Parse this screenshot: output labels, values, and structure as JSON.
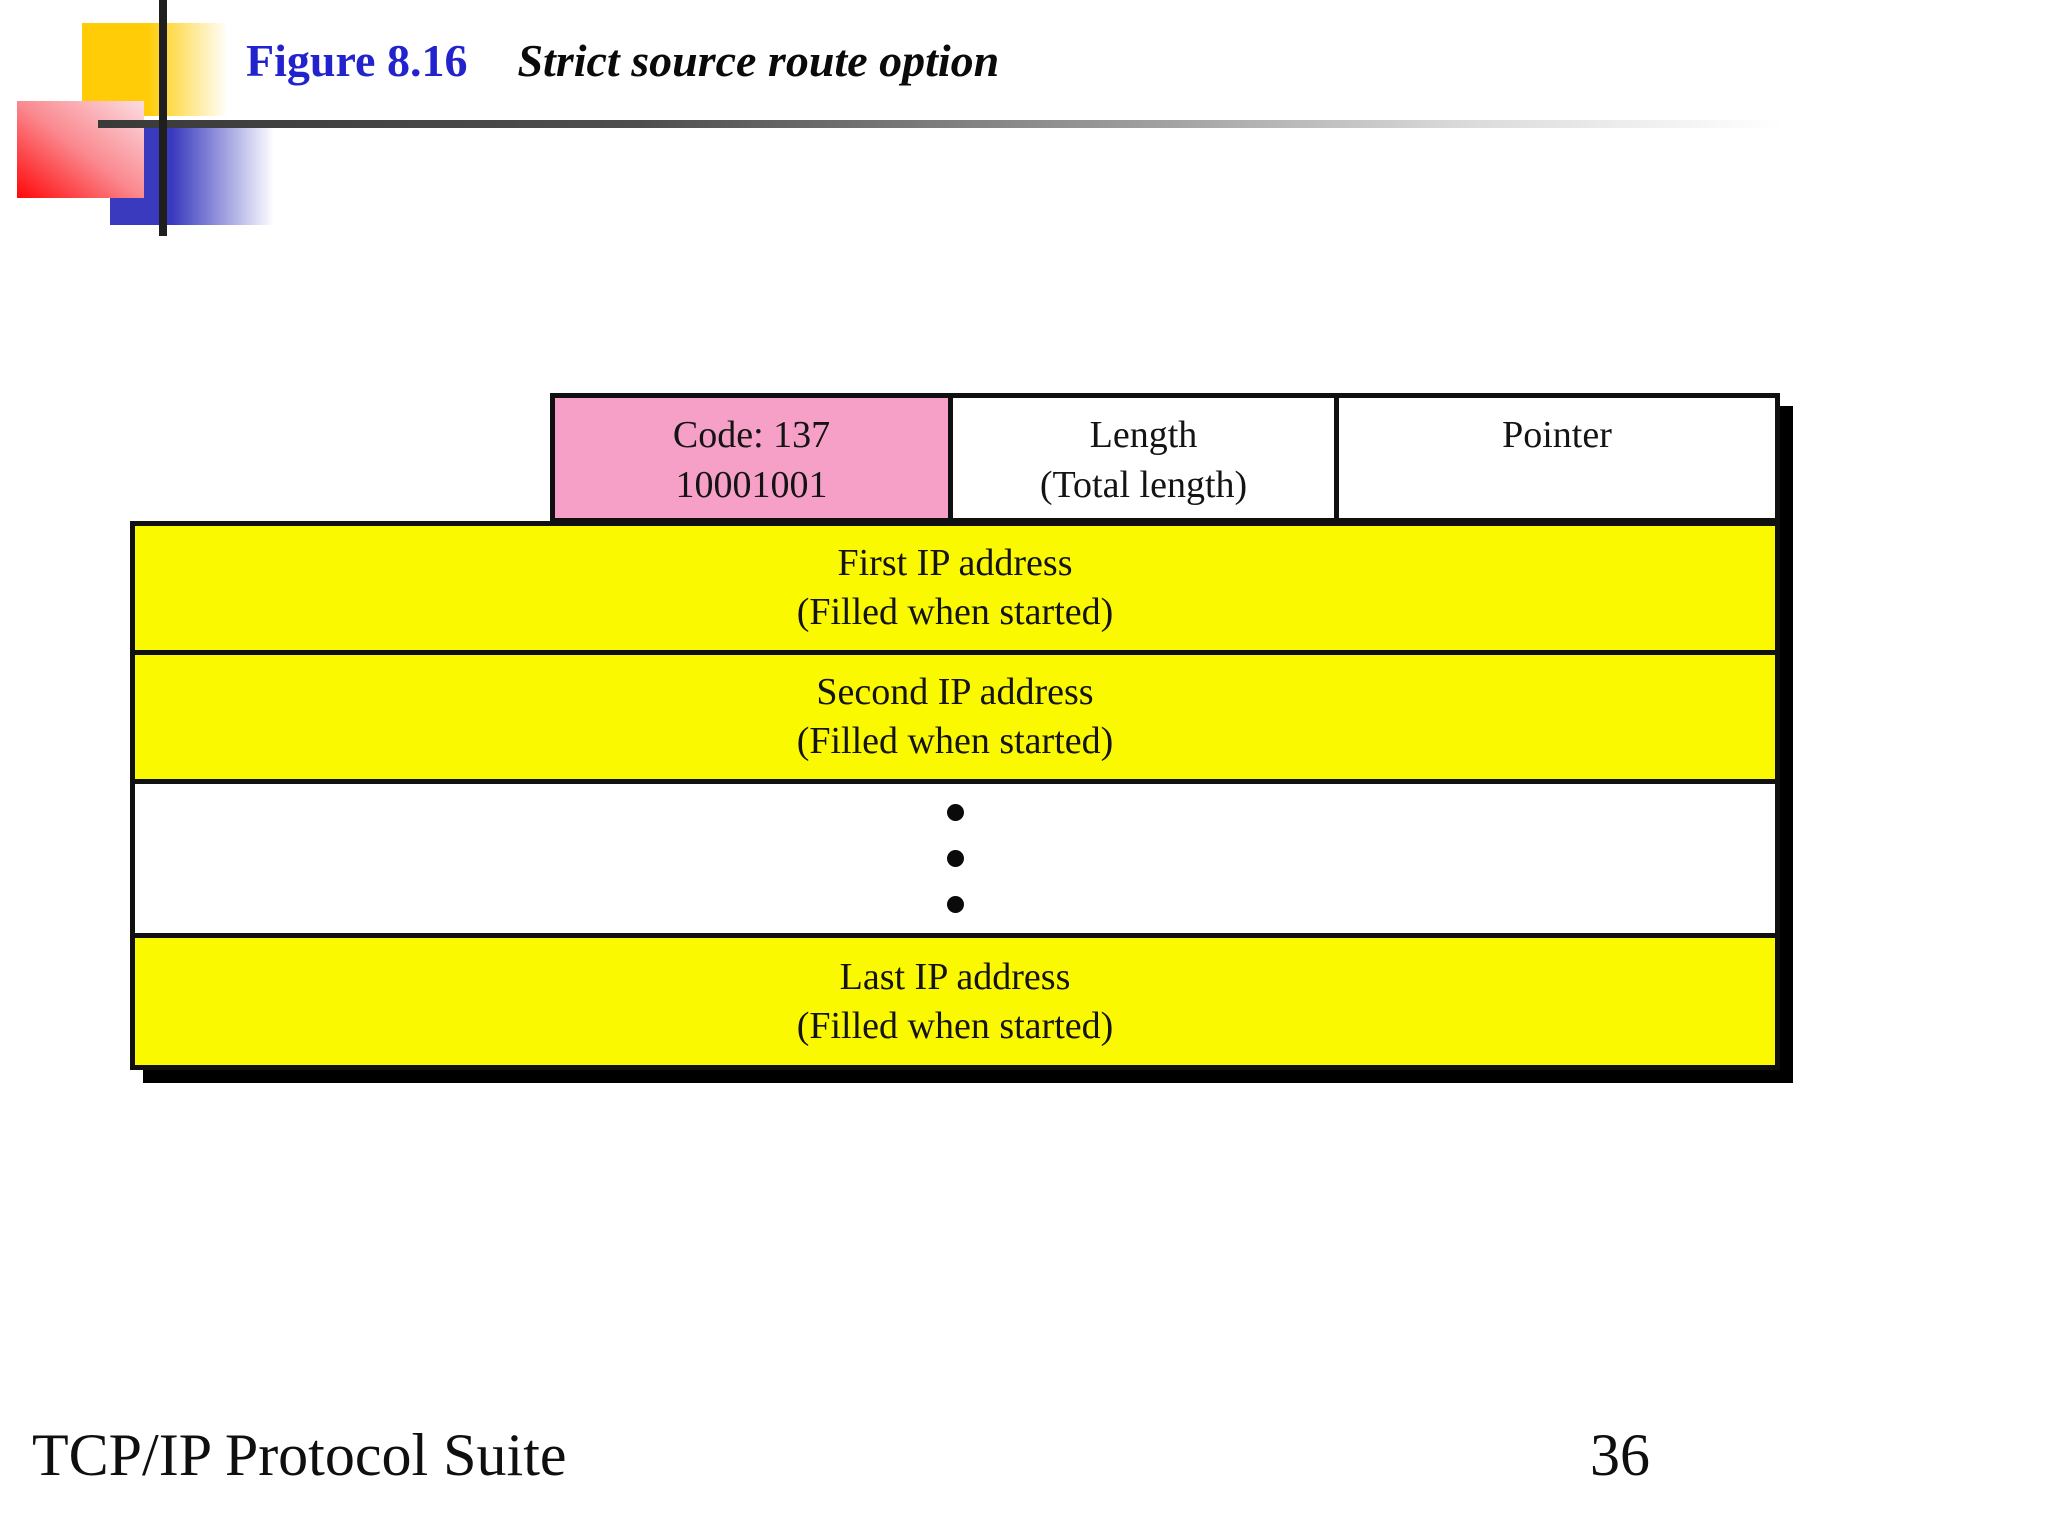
{
  "slide": {
    "figure_label": "Figure 8.16",
    "figure_title": "Strict source route option",
    "footer_left": "TCP/IP Protocol Suite",
    "page_number": "36"
  },
  "diagram": {
    "header_cells": [
      {
        "name": "code",
        "line1": "Code: 137",
        "line2": "10001001",
        "bg": "#F6A0C8"
      },
      {
        "name": "length",
        "line1": "Length",
        "line2": "(Total length)",
        "bg": "#FFFFFF"
      },
      {
        "name": "pointer",
        "line1": "Pointer",
        "line2": "",
        "bg": "#FFFFFF"
      }
    ],
    "rows": [
      {
        "name": "first-ip",
        "line1": "First IP address",
        "line2": "(Filled when started)",
        "bg": "#FBF900"
      },
      {
        "name": "second-ip",
        "line1": "Second IP address",
        "line2": "(Filled when started)",
        "bg": "#FBF900"
      },
      {
        "name": "ellipsis",
        "type": "dots",
        "dot_count": 3,
        "bg": "#FFFFFF"
      },
      {
        "name": "last-ip",
        "line1": "Last IP address",
        "line2": "(Filled when started)",
        "bg": "#FBF900"
      }
    ],
    "colors": {
      "pink": "#F6A0C8",
      "yellow": "#FBF900",
      "border": "#101010",
      "shadow": "#000000",
      "title_blue": "#2323CD",
      "deco_gold": "#FFCC07",
      "deco_blue": "#3A3ABF",
      "deco_red": "#FF0707"
    }
  }
}
